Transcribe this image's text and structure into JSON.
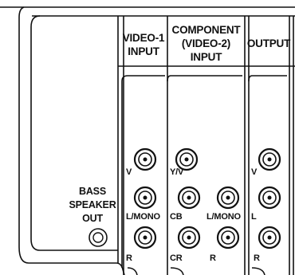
{
  "panel": {
    "headers": {
      "video1": {
        "line1": "VIDEO-1",
        "line2": "INPUT"
      },
      "component": {
        "line1": "COMPONENT",
        "line2": "(VIDEO-2)",
        "line3": "INPUT"
      },
      "output": "OUTPUT"
    },
    "bass": {
      "line1": "BASS",
      "line2": "SPEAKER",
      "line3": "OUT"
    },
    "jack_labels": {
      "v1_video": "V",
      "v1_lmono": "L/MONO",
      "v1_r": "R",
      "comp_yv": "Y/V",
      "comp_cb": "CB",
      "comp_cr": "CR",
      "comp_lmono": "L/MONO",
      "comp_r": "R",
      "out_v": "V",
      "out_l": "L",
      "out_r": "R"
    }
  }
}
